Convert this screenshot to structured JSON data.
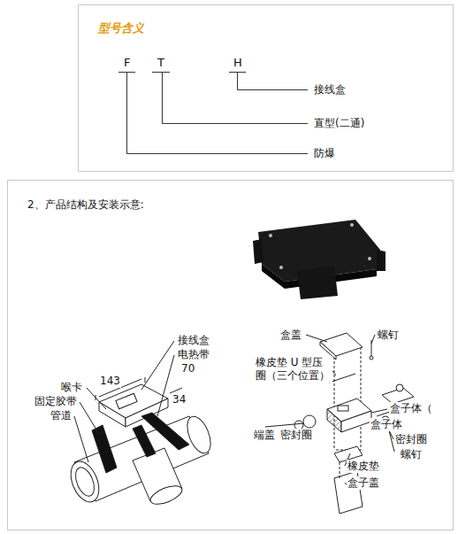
{
  "diagram": {
    "labels": [
      "型号含义",
      "F",
      "T",
      "H",
      "接线盒",
      "直型(二通)",
      "防爆",
      "2、产品结构及安装示意:",
      "接线盒",
      "电热带",
      "143",
      "70",
      "34",
      "喉卡",
      "固定胶带",
      "管道",
      "盒盖",
      "螺钉",
      "橡皮垫 U 型压 圈（三个位置）",
      "盒子体（",
      "盒子体",
      "密封圈",
      "螺钉",
      "端盖",
      "密封圈",
      "橡皮垫",
      "盒子盖"
    ]
  }
}
